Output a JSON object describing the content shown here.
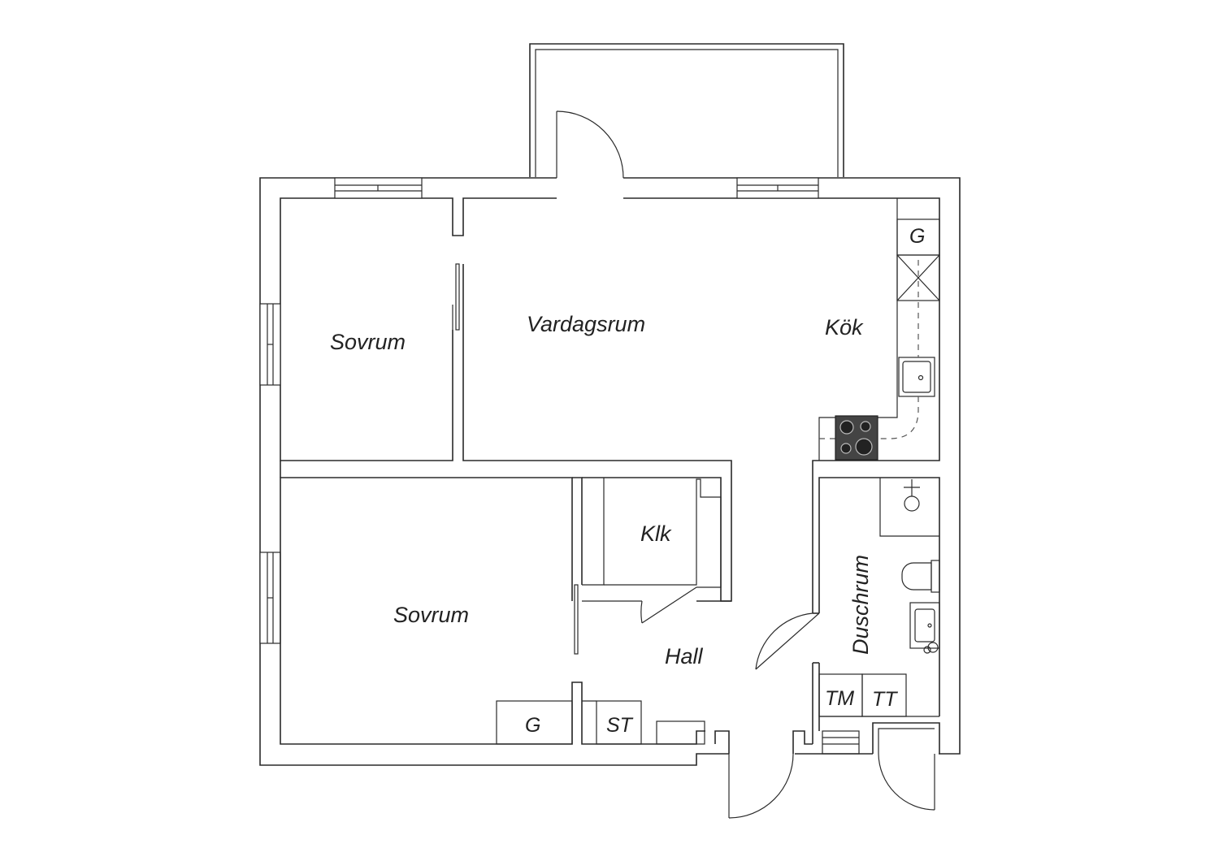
{
  "plan": {
    "rooms": {
      "sovrum_top": "Sovrum",
      "vardagsrum": "Vardagsrum",
      "kok": "Kök",
      "sovrum_bottom": "Sovrum",
      "klk": "Klk",
      "hall": "Hall",
      "duschrum": "Duschrum"
    },
    "fixtures": {
      "g_kitchen": "G",
      "g_hall": "G",
      "st": "ST",
      "tm": "TM",
      "tt": "TT"
    }
  }
}
